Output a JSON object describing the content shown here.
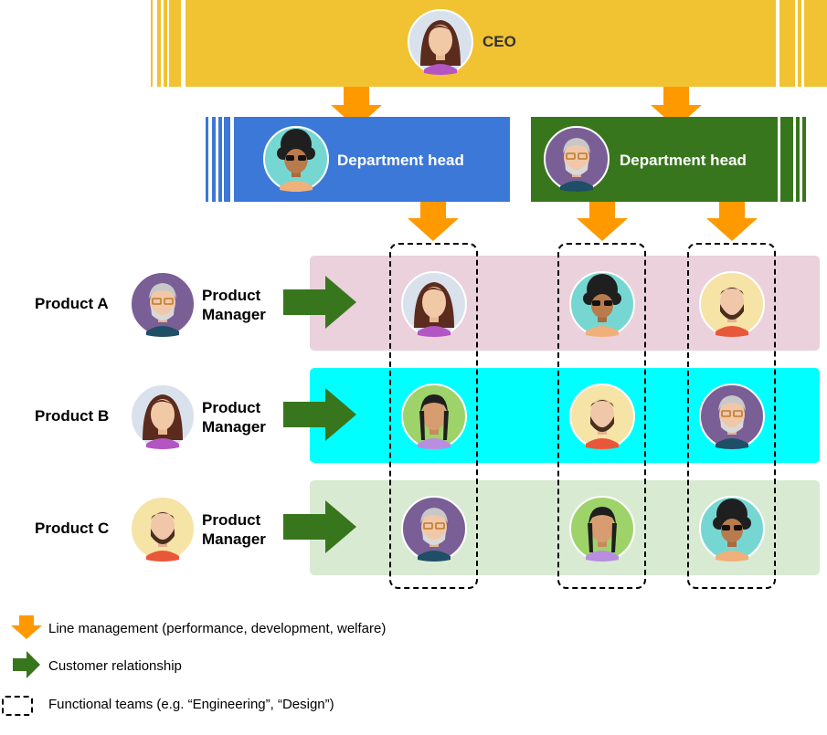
{
  "ceo": {
    "label": "CEO"
  },
  "departments": [
    {
      "label": "Department head",
      "color": "#3c78d8"
    },
    {
      "label": "Department head",
      "color": "#38761d"
    }
  ],
  "products": [
    {
      "label": "Product A",
      "manager": "Product\nManager",
      "row_color": "#ead1dc"
    },
    {
      "label": "Product B",
      "manager": "Product\nManager",
      "row_color": "#00ffff"
    },
    {
      "label": "Product C",
      "manager": "Product\nManager",
      "row_color": "#d9ead3"
    }
  ],
  "legend": {
    "line_management": "Line management (performance, development, welfare)",
    "customer_relationship": "Customer relationship",
    "functional_teams": "Functional teams (e.g. “Engineering”, “Design”)"
  },
  "colors": {
    "ceo_box": "#f1c232",
    "line_management_arrow": "#ff9900",
    "customer_arrow": "#38761d"
  }
}
